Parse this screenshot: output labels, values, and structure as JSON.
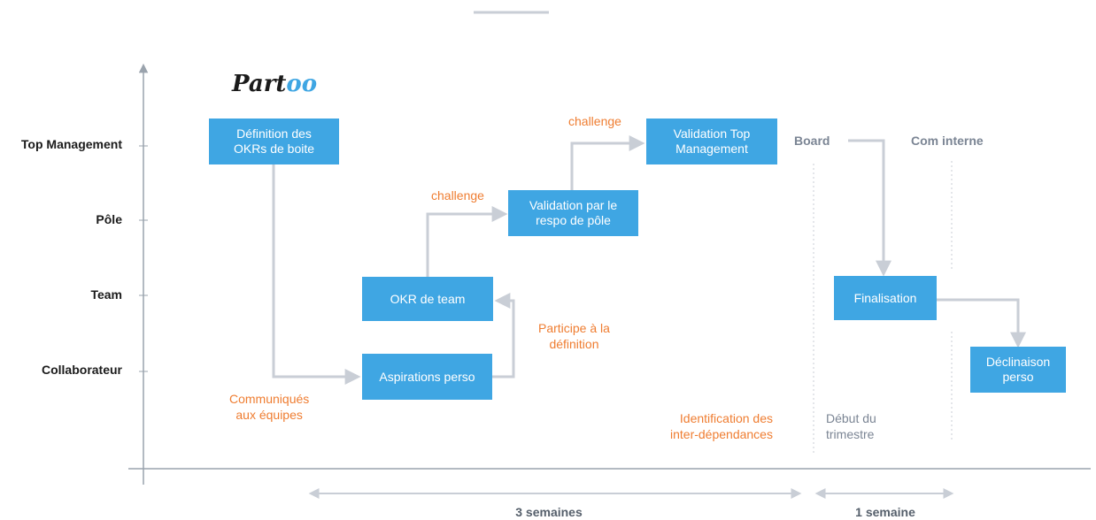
{
  "logo": "Partoo",
  "levels": [
    "Top Management",
    "Pôle",
    "Team",
    "Collaborateur"
  ],
  "boxes": {
    "definition_okrs": "Définition des\nOKRs de boite",
    "validation_top": "Validation Top\nManagement",
    "validation_pole": "Validation par le\nrespo de pôle",
    "okr_team": "OKR de team",
    "aspirations": "Aspirations perso",
    "finalisation": "Finalisation",
    "declinaison": "Déclinaison\nperso"
  },
  "notes": {
    "challenge_top": "challenge",
    "challenge_pole": "challenge",
    "participe": "Participe à la\ndéfinition",
    "communiques": "Communiqués\naux équipes",
    "identification": "Identification des\ninter-dépendances"
  },
  "grey_labels": {
    "board": "Board",
    "com_interne": "Com interne",
    "debut": "Début du\ntrimestre"
  },
  "durations": {
    "three_weeks": "3 semaines",
    "one_week": "1 semaine"
  },
  "colors": {
    "box": "#3fa6e3",
    "accent": "#ef7d31",
    "connector": "#c9ced6",
    "axis": "#9aa3ad"
  }
}
